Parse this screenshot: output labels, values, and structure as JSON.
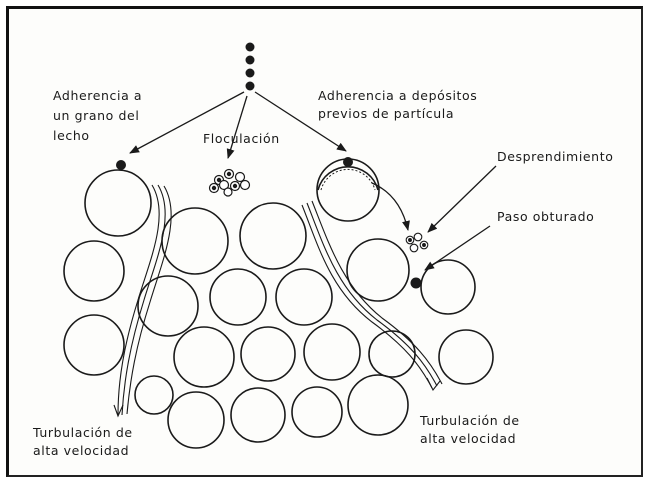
{
  "labels": {
    "adherencia_grano_l1": "Adherencia a",
    "adherencia_grano_l2": "un grano del",
    "adherencia_grano_l3": "lecho",
    "floculacion": "Floculación",
    "adherencia_depositos_l1": "Adherencia a depósitos",
    "adherencia_depositos_l2": "previos de partícula",
    "desprendimiento": "Desprendimiento",
    "paso_obturado": "Paso obturado",
    "turbulacion_left_l1": "Turbulación de",
    "turbulacion_left_l2": "alta velocidad",
    "turbulacion_right_l1": "Turbulación de",
    "turbulacion_right_l2": "alta velocidad"
  },
  "colors": {
    "ink": "#1a1a1a",
    "paper": "#fdfdfb"
  }
}
